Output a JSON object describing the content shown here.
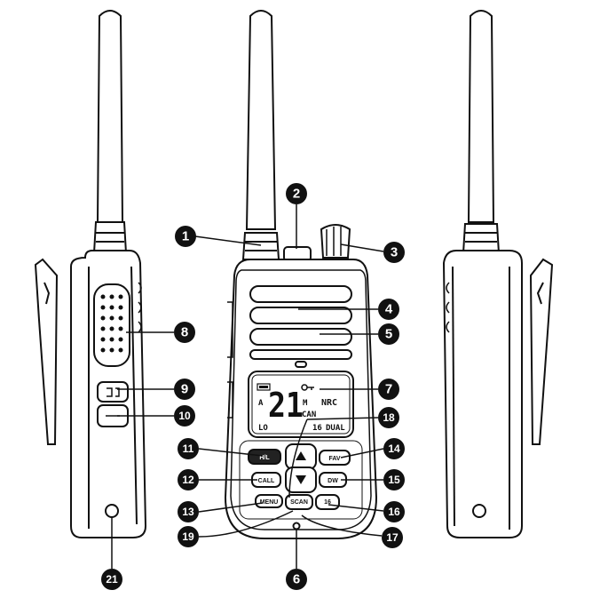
{
  "display": {
    "channel": "21",
    "indicator_a": "A",
    "indicator_m": "M",
    "region": "NRC",
    "mode": "CAN",
    "power": "LO",
    "step": "16",
    "dual": "DUAL"
  },
  "buttons": {
    "h_l": "H/L",
    "fav": "FAV",
    "call": "CALL",
    "dw": "DW",
    "menu": "MENU",
    "scan": "SCAN",
    "sixteen": "16"
  },
  "callouts": [
    "1",
    "2",
    "3",
    "4",
    "5",
    "6",
    "7",
    "8",
    "9",
    "10",
    "11",
    "12",
    "13",
    "14",
    "15",
    "16",
    "17",
    "18",
    "19",
    "21"
  ]
}
